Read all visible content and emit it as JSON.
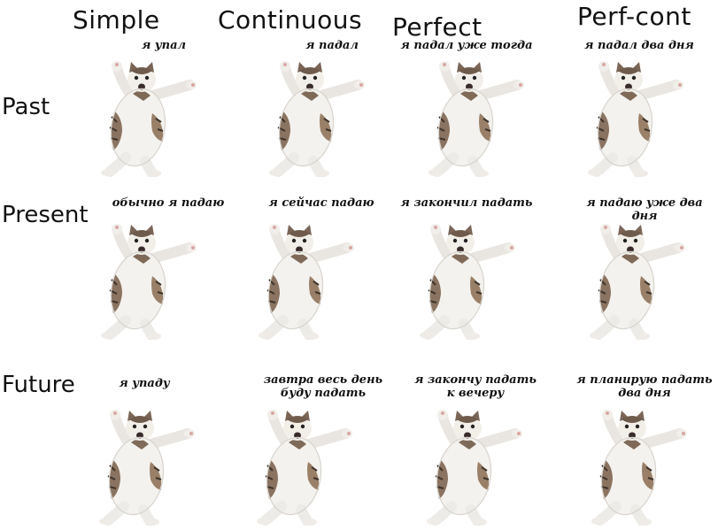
{
  "columns": [
    "Simple",
    "Continuous",
    "Perfect",
    "Perf-cont"
  ],
  "rows": [
    "Past",
    "Present",
    "Future"
  ],
  "captions": {
    "past": [
      "я упал",
      "я падал",
      "я падал уже тогда",
      "я падал два дня"
    ],
    "present": [
      "обычно я падаю",
      "я сейчас падаю",
      "я закончил падать",
      "я падаю уже два дня"
    ],
    "future": [
      "я упаду",
      "завтра весь день\nбуду падать",
      "я закончу падать\nк вечеру",
      "я планирую падать\nдва дня"
    ]
  },
  "cat_icon": "falling-cat-icon"
}
